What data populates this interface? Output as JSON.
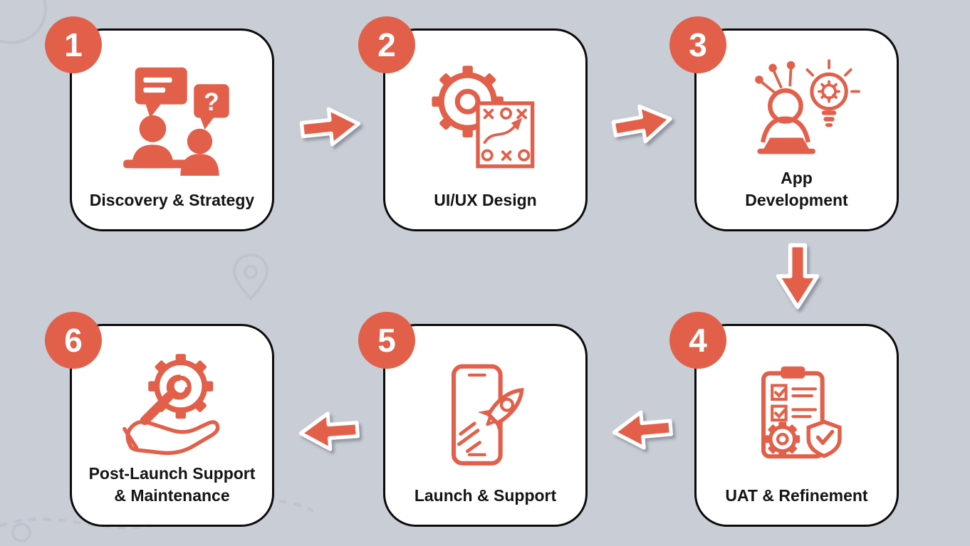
{
  "colors": {
    "background": "#c9cdd6",
    "accent": "#e2604a",
    "card-bg": "#ffffff",
    "card-border": "#0b0b0b",
    "label-text": "#141414",
    "badge-text": "#ffffff"
  },
  "steps": [
    {
      "number": "1",
      "label": "Discovery & Strategy",
      "icon": "discovery-conversation-icon"
    },
    {
      "number": "2",
      "label": "UI/UX Design",
      "icon": "gear-strategy-plan-icon"
    },
    {
      "number": "3",
      "label": "App Development",
      "icon": "developer-lightbulb-icon"
    },
    {
      "number": "4",
      "label": "UAT & Refinement",
      "icon": "clipboard-checklist-shield-icon"
    },
    {
      "number": "5",
      "label": "Launch & Support",
      "icon": "phone-rocket-icon"
    },
    {
      "number": "6",
      "label": "Post-Launch Support & Maintenance",
      "icon": "hand-gear-wrench-icon"
    }
  ],
  "flow": {
    "arrows": [
      "right",
      "right",
      "down",
      "left",
      "left"
    ]
  }
}
